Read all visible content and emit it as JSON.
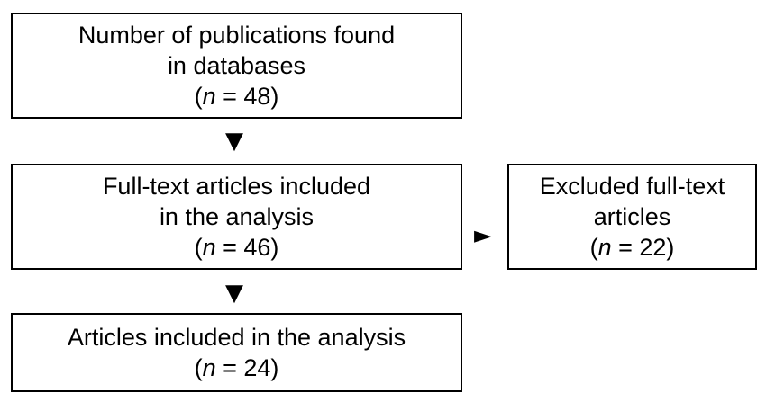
{
  "boxes": {
    "found": {
      "line1": "Number of publications found",
      "line2": "in databases",
      "n_label": "n",
      "n_value": " = 48"
    },
    "fulltext": {
      "line1": "Full-text articles included",
      "line2": "in the analysis",
      "n_label": "n",
      "n_value": " = 46"
    },
    "excluded": {
      "line1": "Excluded full-text",
      "line2": "articles",
      "n_label": "n",
      "n_value": " = 22"
    },
    "included": {
      "line1": "Articles included in the analysis",
      "n_label": "n",
      "n_value": " = 24"
    }
  },
  "arrows": {
    "down": "▼",
    "right": "►"
  }
}
